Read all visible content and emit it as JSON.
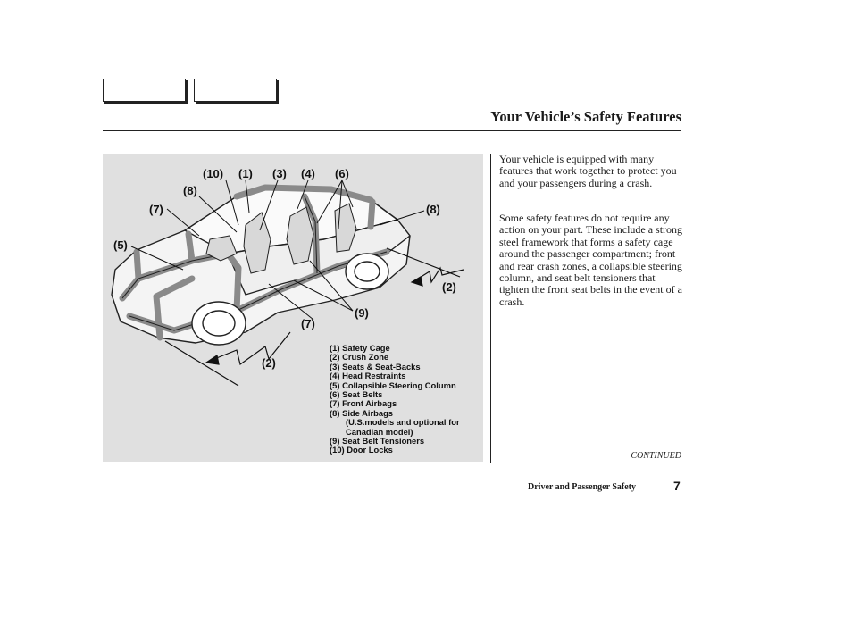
{
  "header": {
    "nav_boxes": [
      "",
      ""
    ],
    "title": "Your Vehicle’s Safety Features"
  },
  "figure": {
    "callouts": {
      "c10": "(10)",
      "c1": "(1)",
      "c3": "(3)",
      "c4": "(4)",
      "c6": "(6)",
      "c8_left": "(8)",
      "c7_top": "(7)",
      "c8_right": "(8)",
      "c5": "(5)",
      "c2_right": "(2)",
      "c9": "(9)",
      "c7_bottom": "(7)",
      "c2_bottom": "(2)"
    },
    "legend": [
      "(1) Safety Cage",
      "(2) Crush Zone",
      "(3) Seats & Seat-Backs",
      "(4) Head Restraints",
      "(5) Collapsible Steering Column",
      "(6) Seat Belts",
      "(7) Front Airbags",
      "(8) Side Airbags",
      "(U.S.models and optional for",
      "Canadian model)",
      "(9) Seat Belt Tensioners",
      "(10) Door Locks"
    ],
    "fill_color": "#e0e0e0"
  },
  "body": {
    "paragraph_1": "Your vehicle is equipped with many features that work together to protect you and your passengers during a crash.",
    "paragraph_2": "Some safety features do not require any action on your part. These include a strong steel framework that forms a safety cage around the passenger compartment; front and rear crash zones, a collapsible steering column, and seat belt tensioners that tighten the front seat belts in the event of a crash."
  },
  "footer": {
    "continued": "CONTINUED",
    "section": "Driver and Passenger Safety",
    "page_number": "7"
  }
}
